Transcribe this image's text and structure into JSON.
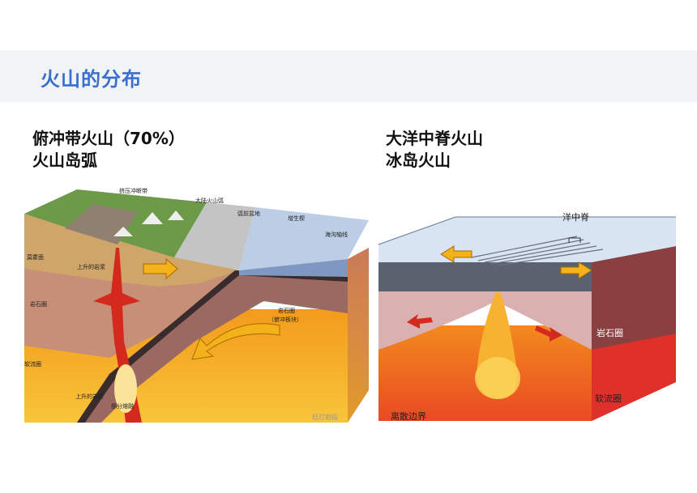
{
  "slide": {
    "title": "火山的分布"
  },
  "left": {
    "heading_line1": "俯冲带火山（70%）",
    "heading_line2": "火山岛弧",
    "labels": {
      "thrust_belt": "挤压冲断带",
      "continental_arc": "大陆火山弧",
      "forearc_basin": "弧前盆地",
      "accretionary_wedge": "增生楔",
      "trench_axis": "海沟轴线",
      "moho": "莫霍面",
      "rising_magma_top": "上升的岩浆",
      "lithosphere": "岩石圈",
      "subducting_lithosphere_1": "岩石圈",
      "subducting_lithosphere_2": "（俯冲板块）",
      "asthenosphere": "软流圈",
      "rising_magma_bottom": "上升的岩浆",
      "partial_melting": "部分熔融",
      "watermark": "桔灯勘探"
    }
  },
  "right": {
    "heading_line1": "大洋中脊火山",
    "heading_line2": "冰岛火山",
    "labels": {
      "mid_ocean_ridge": "洋中脊",
      "lithosphere": "岩石圈",
      "asthenosphere": "软流圈",
      "divergent_boundary": "离散边界"
    }
  }
}
